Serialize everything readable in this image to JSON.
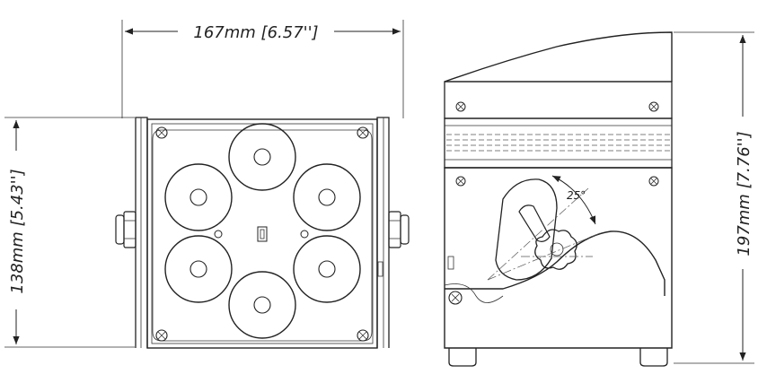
{
  "dimensions": {
    "width": "167mm [6.57'']",
    "height_front": "138mm [5.43'']",
    "height_side": "197mm [7.76'']",
    "tilt_angle": "25°"
  },
  "colors": {
    "line": "#222222",
    "background": "#ffffff"
  }
}
